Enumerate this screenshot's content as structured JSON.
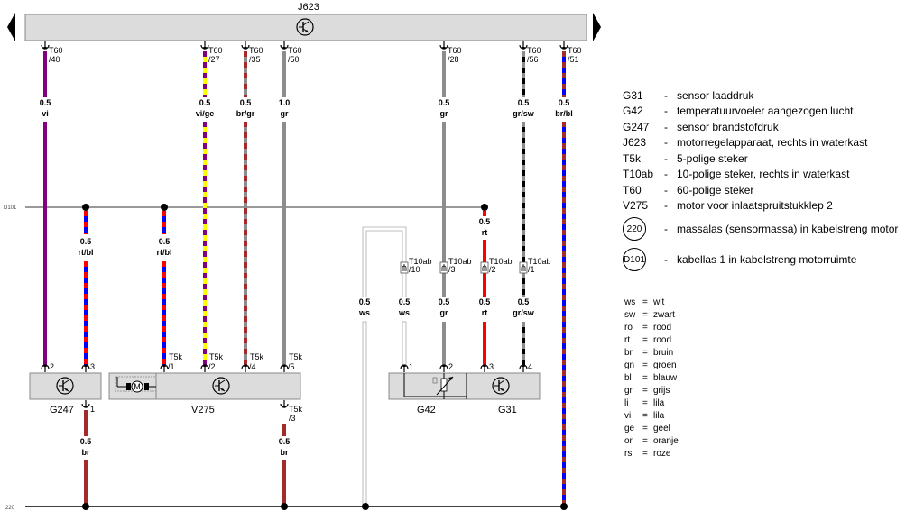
{
  "diagram": {
    "control_unit": "J623",
    "bus_labels": {
      "d101": "D101",
      "ground": "220"
    },
    "top_wires": [
      {
        "id": "w40",
        "connector": "T60",
        "pin": "/40",
        "size": "0.5",
        "color": "vi",
        "colors": [
          "#800080"
        ]
      },
      {
        "id": "w27",
        "connector": "T60",
        "pin": "/27",
        "size": "0.5",
        "color": "vi/ge",
        "colors": [
          "#800080",
          "#ffff00"
        ]
      },
      {
        "id": "w35",
        "connector": "T60",
        "pin": "/35",
        "size": "0.5",
        "color": "br/gr",
        "colors": [
          "#8c8c8c",
          "#a52a2a"
        ]
      },
      {
        "id": "w50",
        "connector": "T60",
        "pin": "/50",
        "size": "1.0",
        "color": "gr",
        "colors": [
          "#8c8c8c"
        ]
      },
      {
        "id": "w28",
        "connector": "T60",
        "pin": "/28",
        "size": "0.5",
        "color": "gr",
        "colors": [
          "#8c8c8c"
        ]
      },
      {
        "id": "w56",
        "connector": "T60",
        "pin": "/56",
        "size": "0.5",
        "color": "gr/sw",
        "colors": [
          "#8c8c8c",
          "#000000"
        ]
      },
      {
        "id": "w51",
        "connector": "T60",
        "pin": "/51",
        "size": "0.5",
        "color": "br/bl",
        "colors": [
          "#a52a2a",
          "#0000ff"
        ]
      }
    ],
    "splice_wires": [
      {
        "id": "s1",
        "size": "0.5",
        "color": "rt/bl"
      },
      {
        "id": "s2",
        "size": "0.5",
        "color": "rt/bl"
      },
      {
        "id": "s3",
        "size": "0.5",
        "color": "rt"
      }
    ],
    "t10_connectors": [
      {
        "name": "T10ab",
        "pin": "/10"
      },
      {
        "name": "T10ab",
        "pin": "/3"
      },
      {
        "name": "T10ab",
        "pin": "/2"
      },
      {
        "name": "T10ab",
        "pin": "/1"
      }
    ],
    "mid_wires": [
      {
        "size": "0.5",
        "color": "ws"
      },
      {
        "size": "0.5",
        "color": "ws"
      },
      {
        "size": "0.5",
        "color": "gr"
      },
      {
        "size": "0.5",
        "color": "rt"
      },
      {
        "size": "0.5",
        "color": "gr/sw"
      }
    ],
    "component_pins": {
      "g247": [
        "2",
        "3",
        "1"
      ],
      "v275": [
        "T5k",
        "/1",
        "T5k",
        "/2",
        "T5k",
        "/4",
        "T5k",
        "/5",
        "T5k",
        "/3"
      ],
      "g42_g31": [
        "1",
        "2",
        "3",
        "4"
      ]
    },
    "bottom_wires": [
      {
        "size": "0.5",
        "color": "br"
      },
      {
        "size": "0.5",
        "color": "br"
      }
    ],
    "components": {
      "g247": "G247",
      "v275": "V275",
      "g42": "G42",
      "g31": "G31",
      "motor": "M"
    }
  },
  "legend": {
    "items": [
      {
        "code": "G31",
        "desc": "sensor laaddruk"
      },
      {
        "code": "G42",
        "desc": "temperatuurvoeler aangezogen lucht"
      },
      {
        "code": "G247",
        "desc": "sensor brandstofdruk"
      },
      {
        "code": "J623",
        "desc": "motorregelapparaat, rechts in waterkast"
      },
      {
        "code": "T5k",
        "desc": "5-polige steker"
      },
      {
        "code": "T10ab",
        "desc": "10-polige steker, rechts in waterkast"
      },
      {
        "code": "T60",
        "desc": "60-polige steker"
      },
      {
        "code": "V275",
        "desc": "motor voor inlaatspruitstukklep 2"
      }
    ],
    "circles": [
      {
        "code": "220",
        "desc": "massalas (sensormassa) in kabelstreng motor"
      },
      {
        "code": "D101",
        "desc": "kabellas 1 in kabelstreng motorruimte"
      }
    ],
    "dash": "-"
  },
  "color_codes": [
    {
      "code": "ws",
      "name": "wit"
    },
    {
      "code": "sw",
      "name": "zwart"
    },
    {
      "code": "ro",
      "name": "rood"
    },
    {
      "code": "rt",
      "name": "rood"
    },
    {
      "code": "br",
      "name": "bruin"
    },
    {
      "code": "gn",
      "name": "groen"
    },
    {
      "code": "bl",
      "name": "blauw"
    },
    {
      "code": "gr",
      "name": "grijs"
    },
    {
      "code": "li",
      "name": "lila"
    },
    {
      "code": "vi",
      "name": "lila"
    },
    {
      "code": "ge",
      "name": "geel"
    },
    {
      "code": "or",
      "name": "oranje"
    },
    {
      "code": "rs",
      "name": "roze"
    }
  ],
  "equals": "="
}
